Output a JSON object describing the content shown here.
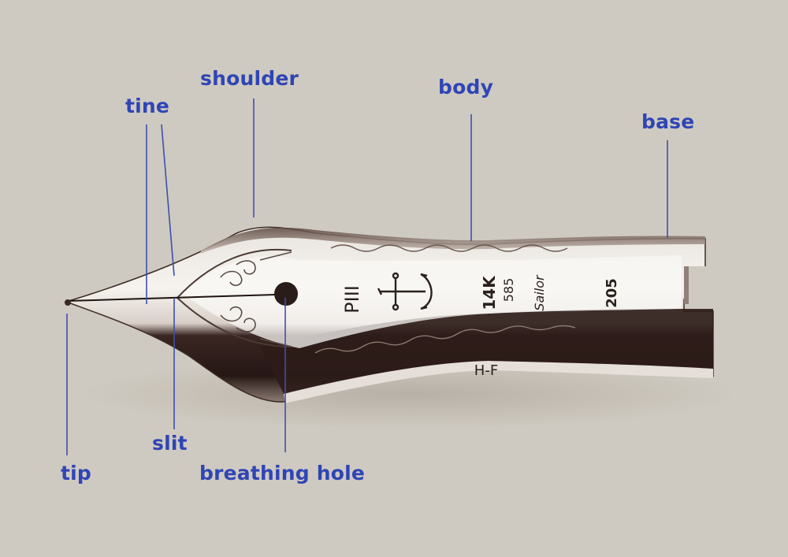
{
  "diagram": {
    "subject": "Fountain pen nib anatomy",
    "label_color": "#2f45b5",
    "background_color": "#cfcac1",
    "labels": [
      {
        "id": "shoulder",
        "text": "shoulder"
      },
      {
        "id": "tine",
        "text": "tine"
      },
      {
        "id": "body",
        "text": "body"
      },
      {
        "id": "base",
        "text": "base"
      },
      {
        "id": "slit",
        "text": "slit"
      },
      {
        "id": "tip",
        "text": "tip"
      },
      {
        "id": "breathing_hole",
        "text": "breathing hole"
      }
    ],
    "nib_stampings": {
      "karat": "14K",
      "fineness": "585",
      "brand_script": "Sailor",
      "size_number": "205",
      "nib_grade": "H-F",
      "logo": "anchor-icon",
      "monogram": "PIII"
    }
  }
}
